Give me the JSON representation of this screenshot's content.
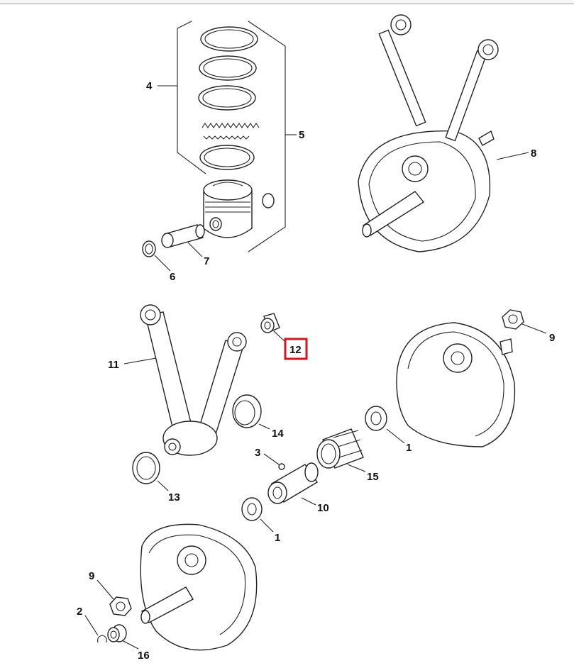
{
  "diagram": {
    "callouts": {
      "c4": "4",
      "c5": "5",
      "c6": "6",
      "c7": "7",
      "c8": "8",
      "c9a": "9",
      "c11": "11",
      "c12": "12",
      "c14": "14",
      "c3": "3",
      "c1a": "1",
      "c15": "15",
      "c13": "13",
      "c10": "10",
      "c1b": "1",
      "c9b": "9",
      "c2": "2",
      "c16": "16"
    },
    "highlighted_callout": "12",
    "highlight_color": "#d4141e"
  }
}
